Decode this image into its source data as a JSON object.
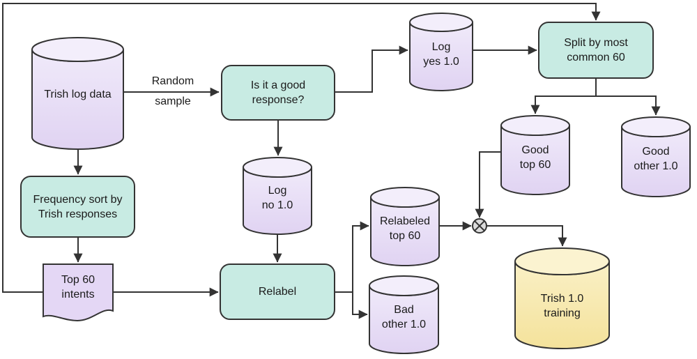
{
  "diagram": {
    "type": "flowchart",
    "nodes": {
      "trish_log_data": {
        "shape": "cylinder",
        "lines": [
          "Trish log data"
        ]
      },
      "is_it_good": {
        "shape": "rounded-rect",
        "lines": [
          "Is it a good",
          "response?"
        ]
      },
      "log_yes": {
        "shape": "cylinder",
        "lines": [
          "Log",
          "yes 1.0"
        ]
      },
      "split_by_most": {
        "shape": "rounded-rect",
        "lines": [
          "Split by most",
          "common 60"
        ]
      },
      "good_top_60": {
        "shape": "cylinder",
        "lines": [
          "Good",
          "top 60"
        ]
      },
      "good_other": {
        "shape": "cylinder",
        "lines": [
          "Good",
          "other 1.0"
        ]
      },
      "log_no": {
        "shape": "cylinder",
        "lines": [
          "Log",
          "no 1.0"
        ]
      },
      "frequency_sort": {
        "shape": "rounded-rect",
        "lines": [
          "Frequency sort by",
          "Trish responses"
        ]
      },
      "top_60_intents": {
        "shape": "document",
        "lines": [
          "Top 60",
          "intents"
        ]
      },
      "relabel": {
        "shape": "rounded-rect",
        "lines": [
          "Relabel"
        ]
      },
      "relabeled_top_60": {
        "shape": "cylinder",
        "lines": [
          "Relabeled",
          "top 60"
        ]
      },
      "bad_other": {
        "shape": "cylinder",
        "lines": [
          "Bad",
          "other 1.0"
        ]
      },
      "merge_junction": {
        "shape": "circle-x",
        "lines": []
      },
      "trish_training": {
        "shape": "cylinder",
        "lines": [
          "Trish 1.0",
          "training"
        ]
      }
    },
    "edge_labels": {
      "random_sample": {
        "lines": [
          "Random",
          "sample"
        ]
      }
    },
    "edges": [
      {
        "from": "trish_log_data",
        "to": "is_it_good",
        "label": "Random sample"
      },
      {
        "from": "trish_log_data",
        "to": "frequency_sort"
      },
      {
        "from": "frequency_sort",
        "to": "top_60_intents"
      },
      {
        "from": "top_60_intents",
        "to": "relabel"
      },
      {
        "from": "top_60_intents",
        "to": "split_by_most"
      },
      {
        "from": "is_it_good",
        "to": "log_yes"
      },
      {
        "from": "is_it_good",
        "to": "log_no"
      },
      {
        "from": "log_yes",
        "to": "split_by_most"
      },
      {
        "from": "split_by_most",
        "to": "good_top_60"
      },
      {
        "from": "split_by_most",
        "to": "good_other"
      },
      {
        "from": "log_no",
        "to": "relabel"
      },
      {
        "from": "relabel",
        "to": "relabeled_top_60"
      },
      {
        "from": "relabel",
        "to": "bad_other"
      },
      {
        "from": "relabeled_top_60",
        "to": "merge_junction"
      },
      {
        "from": "good_top_60",
        "to": "merge_junction"
      },
      {
        "from": "merge_junction",
        "to": "trish_training"
      }
    ]
  },
  "colors": {
    "lavender_body": "#E4D7F5",
    "lavender_grad_top": "#F0EAFA",
    "lavender_grad_bottom": "#E0D3F2",
    "lavender_top": "#F3EEFB",
    "teal": "#C8EBE3",
    "yellow_grad_top": "#FAF0C6",
    "yellow_grad_bottom": "#F4E29B",
    "yellow_top": "#FBF3D0",
    "junction_fill": "#DCDCDC",
    "stroke": "#333333",
    "text": "#1A1A1A",
    "background": "#FFFFFF"
  }
}
